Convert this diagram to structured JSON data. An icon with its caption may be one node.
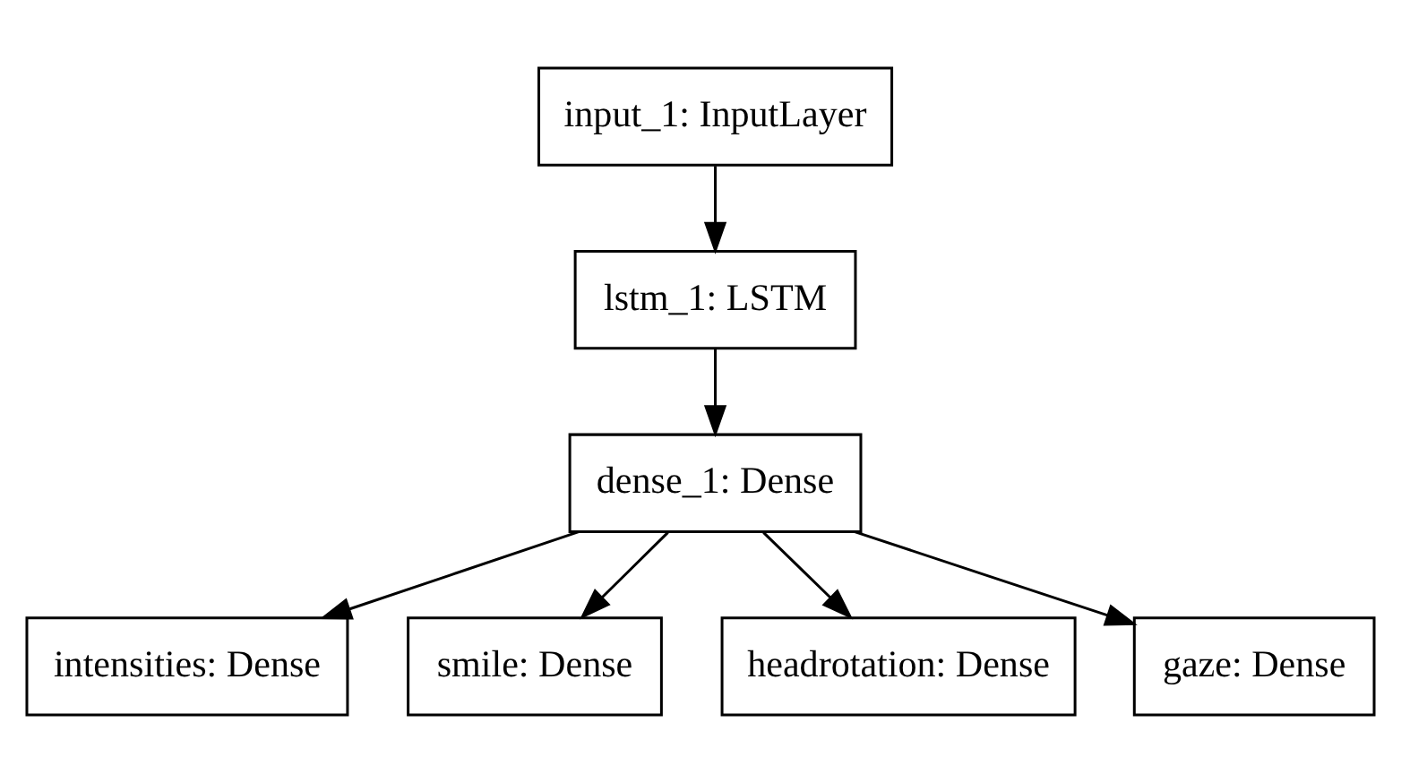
{
  "diagram": {
    "nodes": [
      {
        "text": [
          "input_1: InputLayer"
        ]
      },
      {
        "text": [
          "lstm_1: LSTM"
        ]
      },
      {
        "text": [
          "dense_1: Dense"
        ]
      },
      {
        "text": [
          "intensities: Dense"
        ]
      },
      {
        "text": [
          "smile: Dense"
        ]
      },
      {
        "text": [
          "headrotation: Dense"
        ]
      },
      {
        "text": [
          "gaze: Dense"
        ]
      }
    ],
    "edges": [
      {
        "from": 0,
        "to": 1,
        "arrow": "to"
      },
      {
        "from": 1,
        "to": 2,
        "arrow": "to"
      },
      {
        "from": 2,
        "to": 3,
        "arrow": "to"
      },
      {
        "from": 2,
        "to": 4,
        "arrow": "to"
      },
      {
        "from": 2,
        "to": 5,
        "arrow": "to"
      },
      {
        "from": 2,
        "to": 6,
        "arrow": "to"
      }
    ]
  }
}
